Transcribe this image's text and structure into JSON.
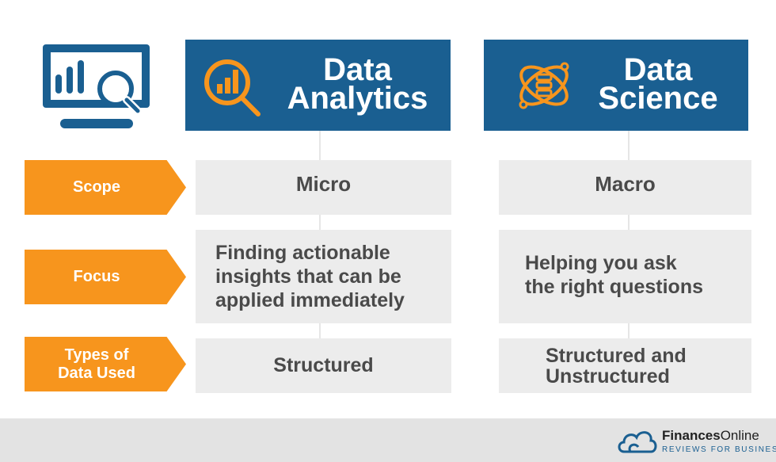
{
  "columns": [
    {
      "title": "Data\nAnalytics",
      "title_line1": "Data",
      "title_line2": "Analytics",
      "icon": "magnifier-bar-chart-icon"
    },
    {
      "title": "Data\nScience",
      "title_line1": "Data",
      "title_line2": "Science",
      "icon": "atom-database-icon"
    }
  ],
  "rows": [
    {
      "label": "Scope",
      "analytics": "Micro",
      "science": "Macro"
    },
    {
      "label": "Focus",
      "analytics": "Finding actionable\ninsights that can be\napplied immediately",
      "science": "Helping you ask\nthe right questions"
    },
    {
      "label": "Types of\nData Used",
      "analytics": "Structured",
      "science": "Structured and\nUnstructured"
    }
  ],
  "footer": {
    "brand_bold": "Finances",
    "brand_light": "Online",
    "tagline": "REVIEWS FOR BUSINESS"
  },
  "colors": {
    "header_blue": "#1a5f91",
    "accent_orange": "#f7951d",
    "cell_gray": "#ececec",
    "text_dark": "#4a4a4a",
    "footer_gray": "#e3e3e3"
  }
}
